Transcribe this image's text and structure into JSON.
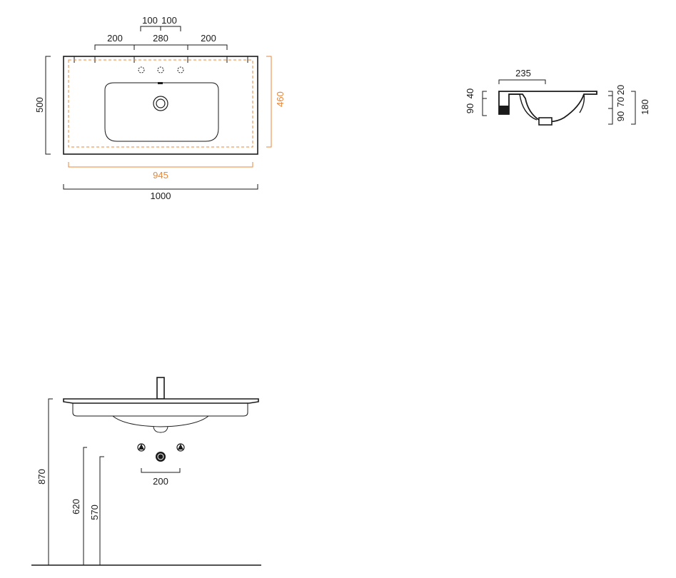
{
  "colors": {
    "line": "#1a1a1a",
    "accent": "#e8873a",
    "background": "#ffffff"
  },
  "top_view": {
    "hole_spacing_left": "100",
    "hole_spacing_right": "100",
    "width_left": "200",
    "width_center": "280",
    "width_right": "200",
    "depth": "500",
    "inner_depth": "460",
    "inner_width": "945",
    "total_width": "1000"
  },
  "section_view": {
    "bowl_depth_offset": "235",
    "left_height_a": "90",
    "left_height_b": "40",
    "right_height_a": "90",
    "right_height_b": "70",
    "right_height_c": "20",
    "right_total": "180"
  },
  "front_view": {
    "mount_height": "870",
    "drain_height": "620",
    "supply_height": "570",
    "supply_spacing": "200"
  }
}
